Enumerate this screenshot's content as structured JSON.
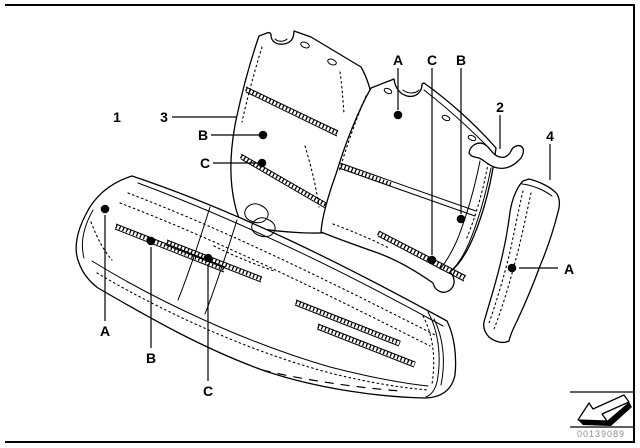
{
  "callouts": {
    "part1": "1",
    "part3": "3",
    "backrest_b": "B",
    "backrest_c": "C",
    "top_a": "A",
    "top_c": "C",
    "top_b": "B",
    "part2": "2",
    "part4": "4",
    "side_a": "A",
    "seat_a": "A",
    "seat_b": "B",
    "seat_c": "C"
  },
  "stamp": {
    "number": "00139089",
    "icon": "direction-arrow"
  },
  "colors": {
    "line": "#000000",
    "background": "#ffffff",
    "stamp_text": "#8e8e8e"
  }
}
